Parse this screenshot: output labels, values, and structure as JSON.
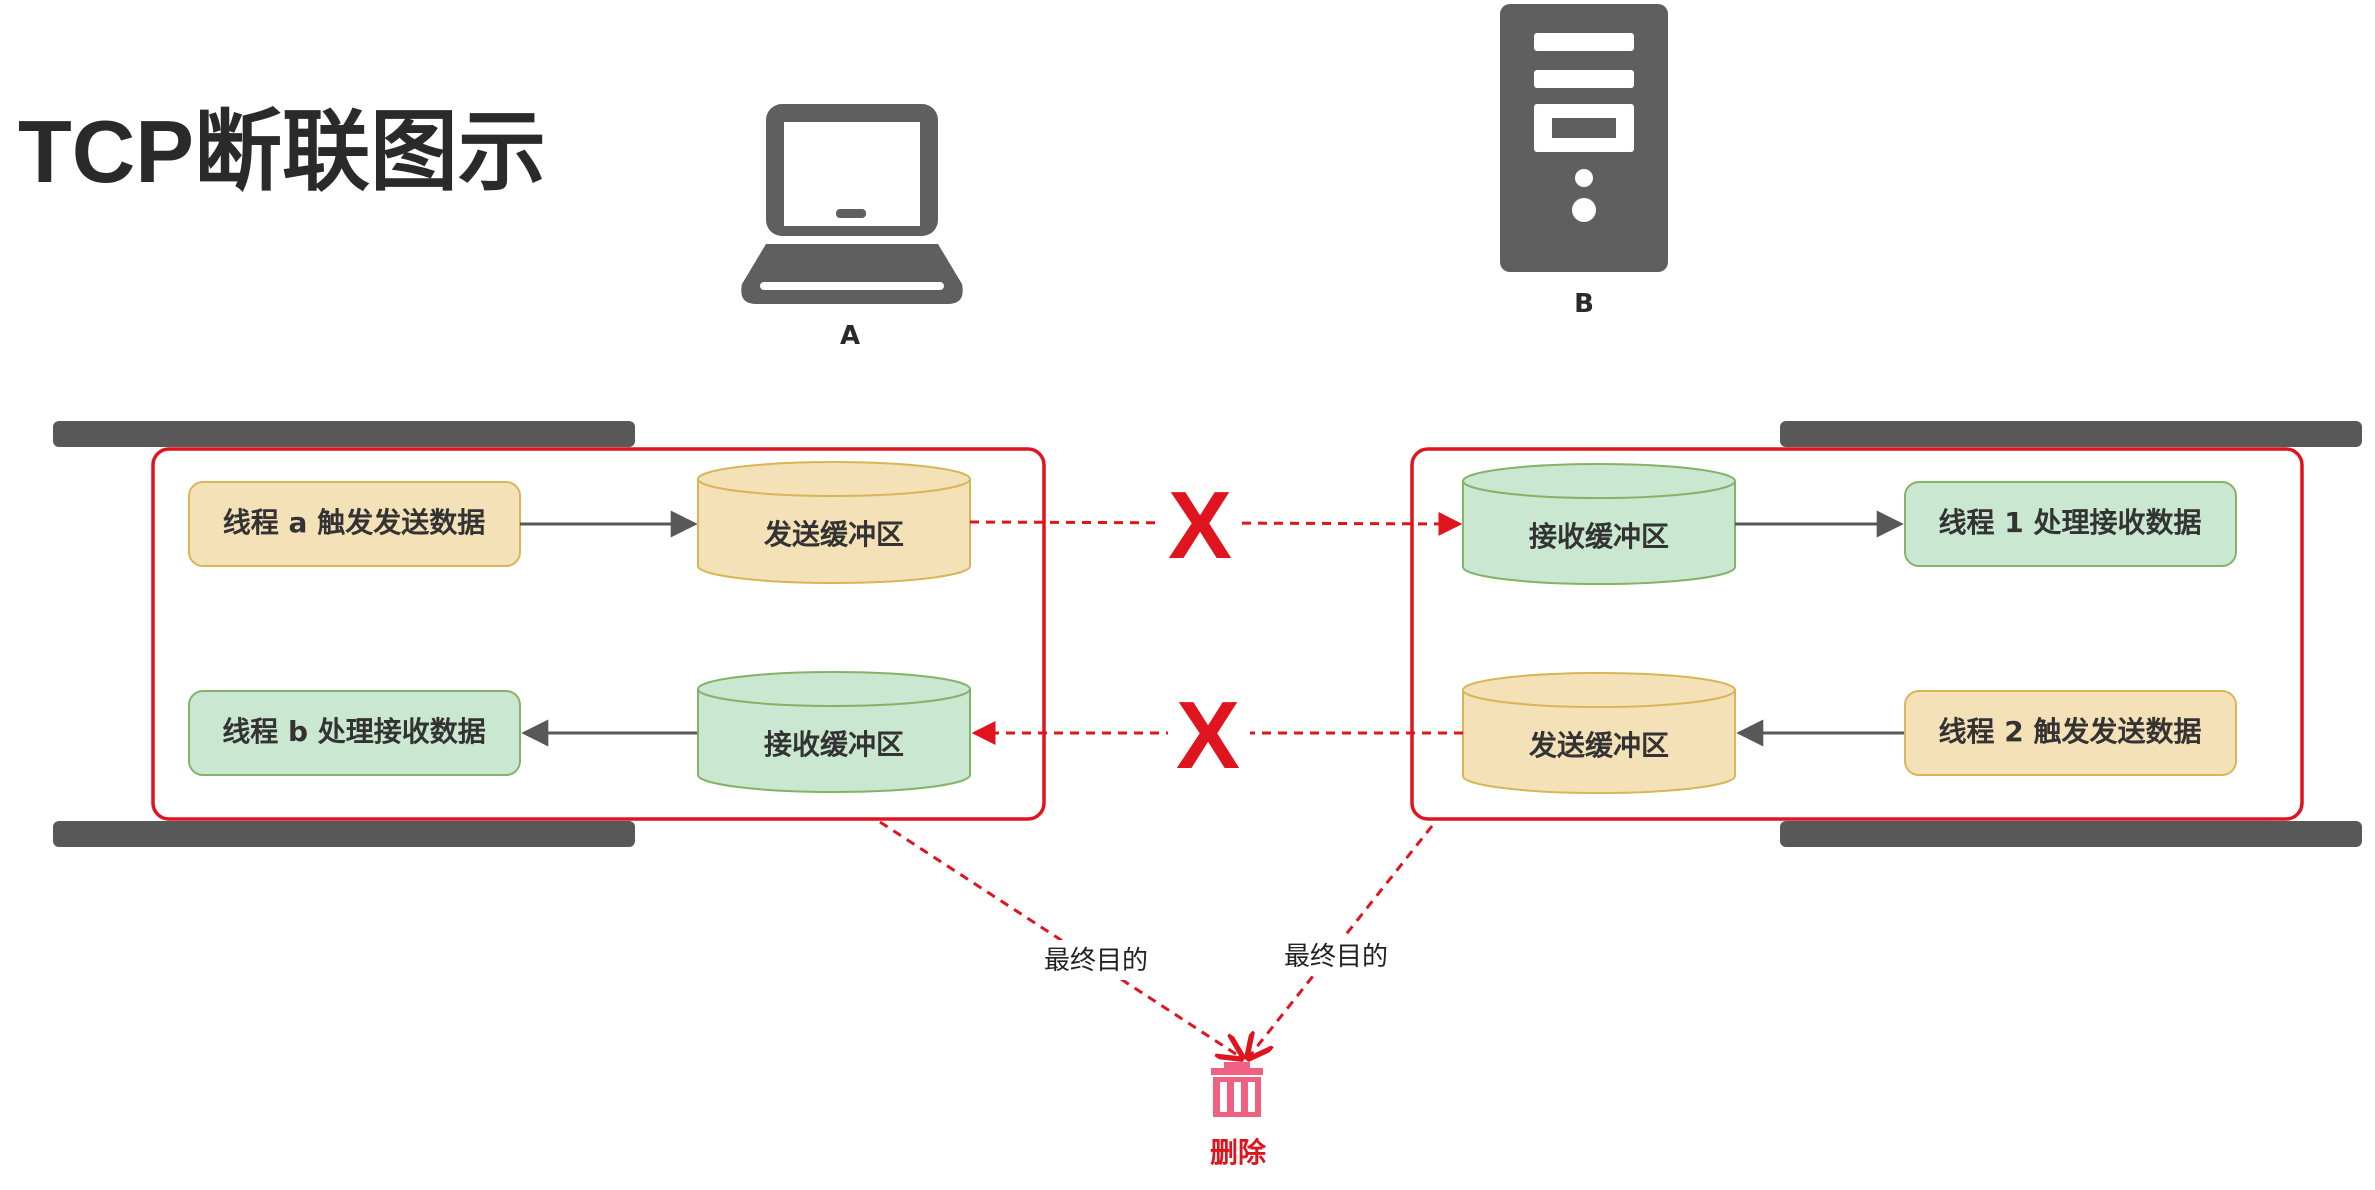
{
  "title": "TCP断联图示",
  "hosts": {
    "a_label": "A",
    "b_label": "B"
  },
  "left": {
    "thread_send": "线程 a 触发发送数据",
    "send_buffer": "发送缓冲区",
    "thread_recv": "线程 b 处理接收数据",
    "recv_buffer": "接收缓冲区"
  },
  "right": {
    "recv_buffer": "接收缓冲区",
    "thread_recv": "线程 1 处理接收数据",
    "send_buffer": "发送缓冲区",
    "thread_send": "线程 2 触发发送数据"
  },
  "broken_mark": "X",
  "purpose_label": "最终目的",
  "delete_label": "删除",
  "colors": {
    "red": "#e0141e",
    "dark": "#585858",
    "title": "#2a2a2a",
    "yellow_fill": "#f5e1b8",
    "yellow_stroke": "#d6b656",
    "green_fill": "#c9e7d1",
    "green_stroke": "#82b366",
    "trash": "#f06080"
  }
}
